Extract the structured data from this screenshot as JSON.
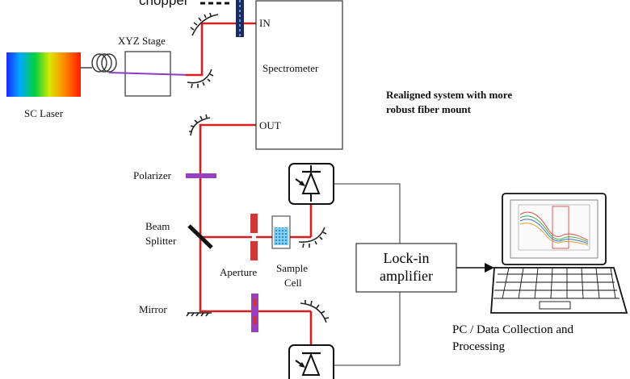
{
  "labels": {
    "chopper": "chopper",
    "xyz_stage": "XYZ Stage",
    "sc_laser": "SC Laser",
    "in": "IN",
    "spectrometer": "Spectrometer",
    "out": "OUT",
    "polarizer": "Polarizer",
    "beam": "Beam",
    "splitter": "Splitter",
    "aperture": "Aperture",
    "sample": "Sample",
    "cell": "Cell",
    "mirror": "Mirror",
    "lockin_line1": "Lock-in",
    "lockin_line2": "amplifier",
    "pc_line1": "PC / Data Collection and",
    "pc_line2": "Processing",
    "note_line1": "Realigned system with more",
    "note_line2": "robust fiber mount"
  },
  "colors": {
    "beam_red": "#d42020",
    "fiber_purple": "#8a3fc0",
    "polarizer_purple": "#9a3fc4",
    "aperture_red": "#d03838",
    "sample_blue": "#3f9fe0",
    "chopper_navy": "#1c2a5c"
  }
}
